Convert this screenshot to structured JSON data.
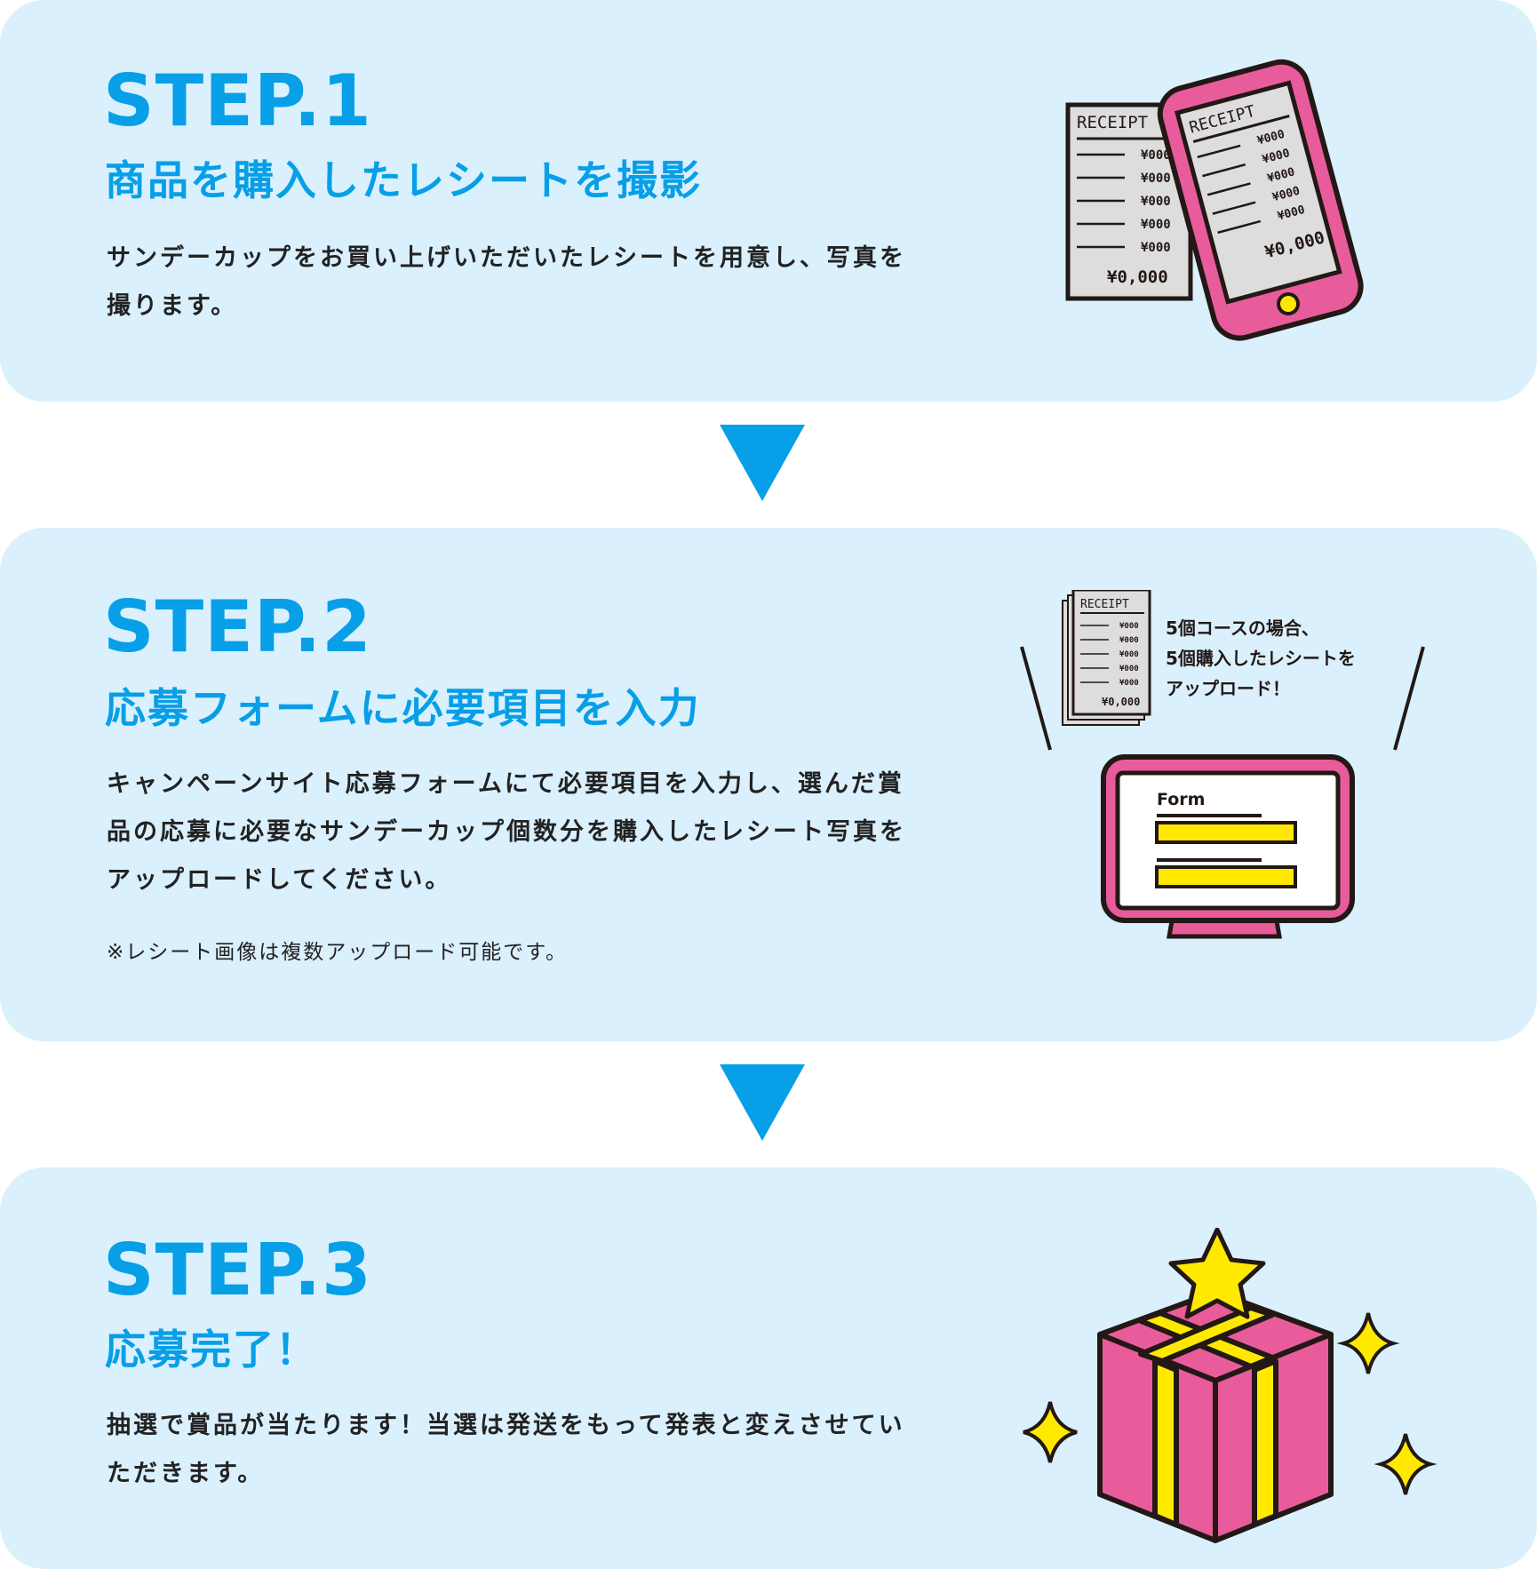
{
  "steps": [
    {
      "label": "STEP.1",
      "title": "商品を購入したレシートを撮影",
      "description": "サンデーカップをお買い上げいただいたレシートを用意し、写真を撮ります。"
    },
    {
      "label": "STEP.2",
      "title": "応募フォームに必要項目を入力",
      "description": "キャンペーンサイト応募フォームにて必要項目を入力し、選んだ賞品の応募に必要なサンデーカップ個数分を購入したレシート写真をアップロードしてください。",
      "note": "※レシート画像は複数アップロード可能です。"
    },
    {
      "label": "STEP.3",
      "title": "応募完了！",
      "description": "抽選で賞品が当たります！当選は発送をもって発表と変えさせていただきます。"
    }
  ],
  "illustrations": {
    "receipt": {
      "heading": "RECEIPT",
      "line_price": "¥000",
      "total": "¥0,000"
    },
    "step2_caption": {
      "line1": "5個コースの場合、",
      "line2": "5個購入したレシートを",
      "line3": "アップロード！"
    },
    "form_label": "Form"
  },
  "icons": {
    "step1": "phone-receipt-icon",
    "step2": "monitor-form-icon",
    "step3": "gift-box-icon",
    "connector": "triangle-down-icon"
  },
  "colors": {
    "card_bg": "#daf0fd",
    "accent_blue": "#079fe7",
    "pink": "#e85c9c",
    "yellow": "#ffe900",
    "receipt_gray": "#dddddd",
    "outline": "#231815"
  }
}
